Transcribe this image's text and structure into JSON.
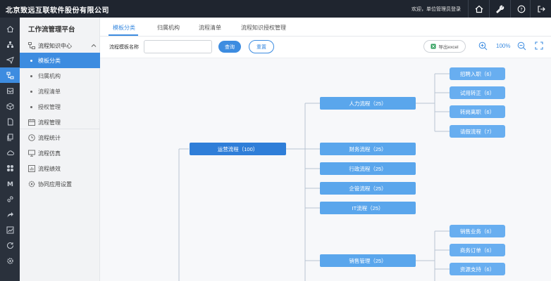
{
  "app": {
    "brand": "北京致远互联软件股份有限公司",
    "welcome": "欢迎，单位管理员登录"
  },
  "sidebar": {
    "title": "工作流管理平台",
    "group": {
      "label": "流程知识中心"
    },
    "sub_items": [
      {
        "label": "模板分类",
        "active": true
      },
      {
        "label": "归属机构"
      },
      {
        "label": "流程清单"
      },
      {
        "label": "授权管理"
      }
    ],
    "menu": [
      {
        "label": "流程管理"
      },
      {
        "label": "流程统计"
      },
      {
        "label": "流程仿真"
      },
      {
        "label": "流程绩效"
      },
      {
        "label": "协同应用设置"
      }
    ]
  },
  "tabs": [
    {
      "label": "模板分类",
      "active": true
    },
    {
      "label": "归属机构"
    },
    {
      "label": "流程清单"
    },
    {
      "label": "流程知识授权管理"
    }
  ],
  "toolbar": {
    "search_label": "流程模板名称",
    "search_value": "",
    "query_label": "查询",
    "reset_label": "重置",
    "export_label": "导出excel",
    "zoom": "100%"
  },
  "tree": {
    "root": "运营流程（100）",
    "level1": [
      "人力流程（25）",
      "财务流程（25）",
      "行政流程（25）",
      "企管流程（25）",
      "IT流程（25）",
      "销售管理（25）"
    ],
    "hr_children": [
      "招聘入职（6）",
      "试用转正（6）",
      "转岗离职（6）",
      "请假流程（7）"
    ],
    "sales_children": [
      "销售业务（6）",
      "商务订单（6）",
      "资源支持（6）"
    ]
  },
  "colors": {
    "accent": "#3d8ce0",
    "header": "#1f252f",
    "rail": "#2a313c",
    "node": "#5aa6ec",
    "root_node": "#2f7ed8"
  }
}
